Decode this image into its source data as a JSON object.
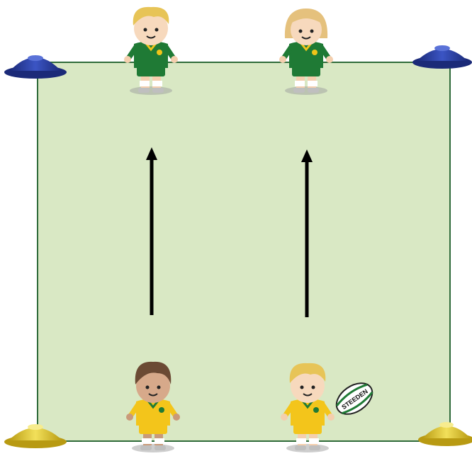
{
  "field": {
    "fill_color": "#d9e8c4",
    "border_color": "#2f6b3a"
  },
  "cones": [
    {
      "name": "cone-top-left",
      "color": "#27389a"
    },
    {
      "name": "cone-top-right",
      "color": "#27389a"
    },
    {
      "name": "cone-bottom-left",
      "color": "#d6c12d"
    },
    {
      "name": "cone-bottom-right",
      "color": "#d6c12d"
    }
  ],
  "players": [
    {
      "name": "player-top-left",
      "jersey": "green",
      "hair": "blonde"
    },
    {
      "name": "player-top-right",
      "jersey": "green",
      "hair": "blonde-bob"
    },
    {
      "name": "player-bottom-left",
      "jersey": "gold",
      "hair": "brown"
    },
    {
      "name": "player-bottom-right",
      "jersey": "gold",
      "hair": "blonde"
    }
  ],
  "arrows": [
    {
      "name": "arrow-left",
      "direction": "up"
    },
    {
      "name": "arrow-right",
      "direction": "up"
    }
  ],
  "ball": {
    "brand_text": "STEEDEN",
    "icon": "rugby-ball-icon"
  },
  "colors": {
    "green_jersey": "#1f7a35",
    "gold_jersey": "#f3c51b",
    "trim_gold": "#f0c419",
    "trim_green": "#1f7a35",
    "arrow": "#000000"
  }
}
